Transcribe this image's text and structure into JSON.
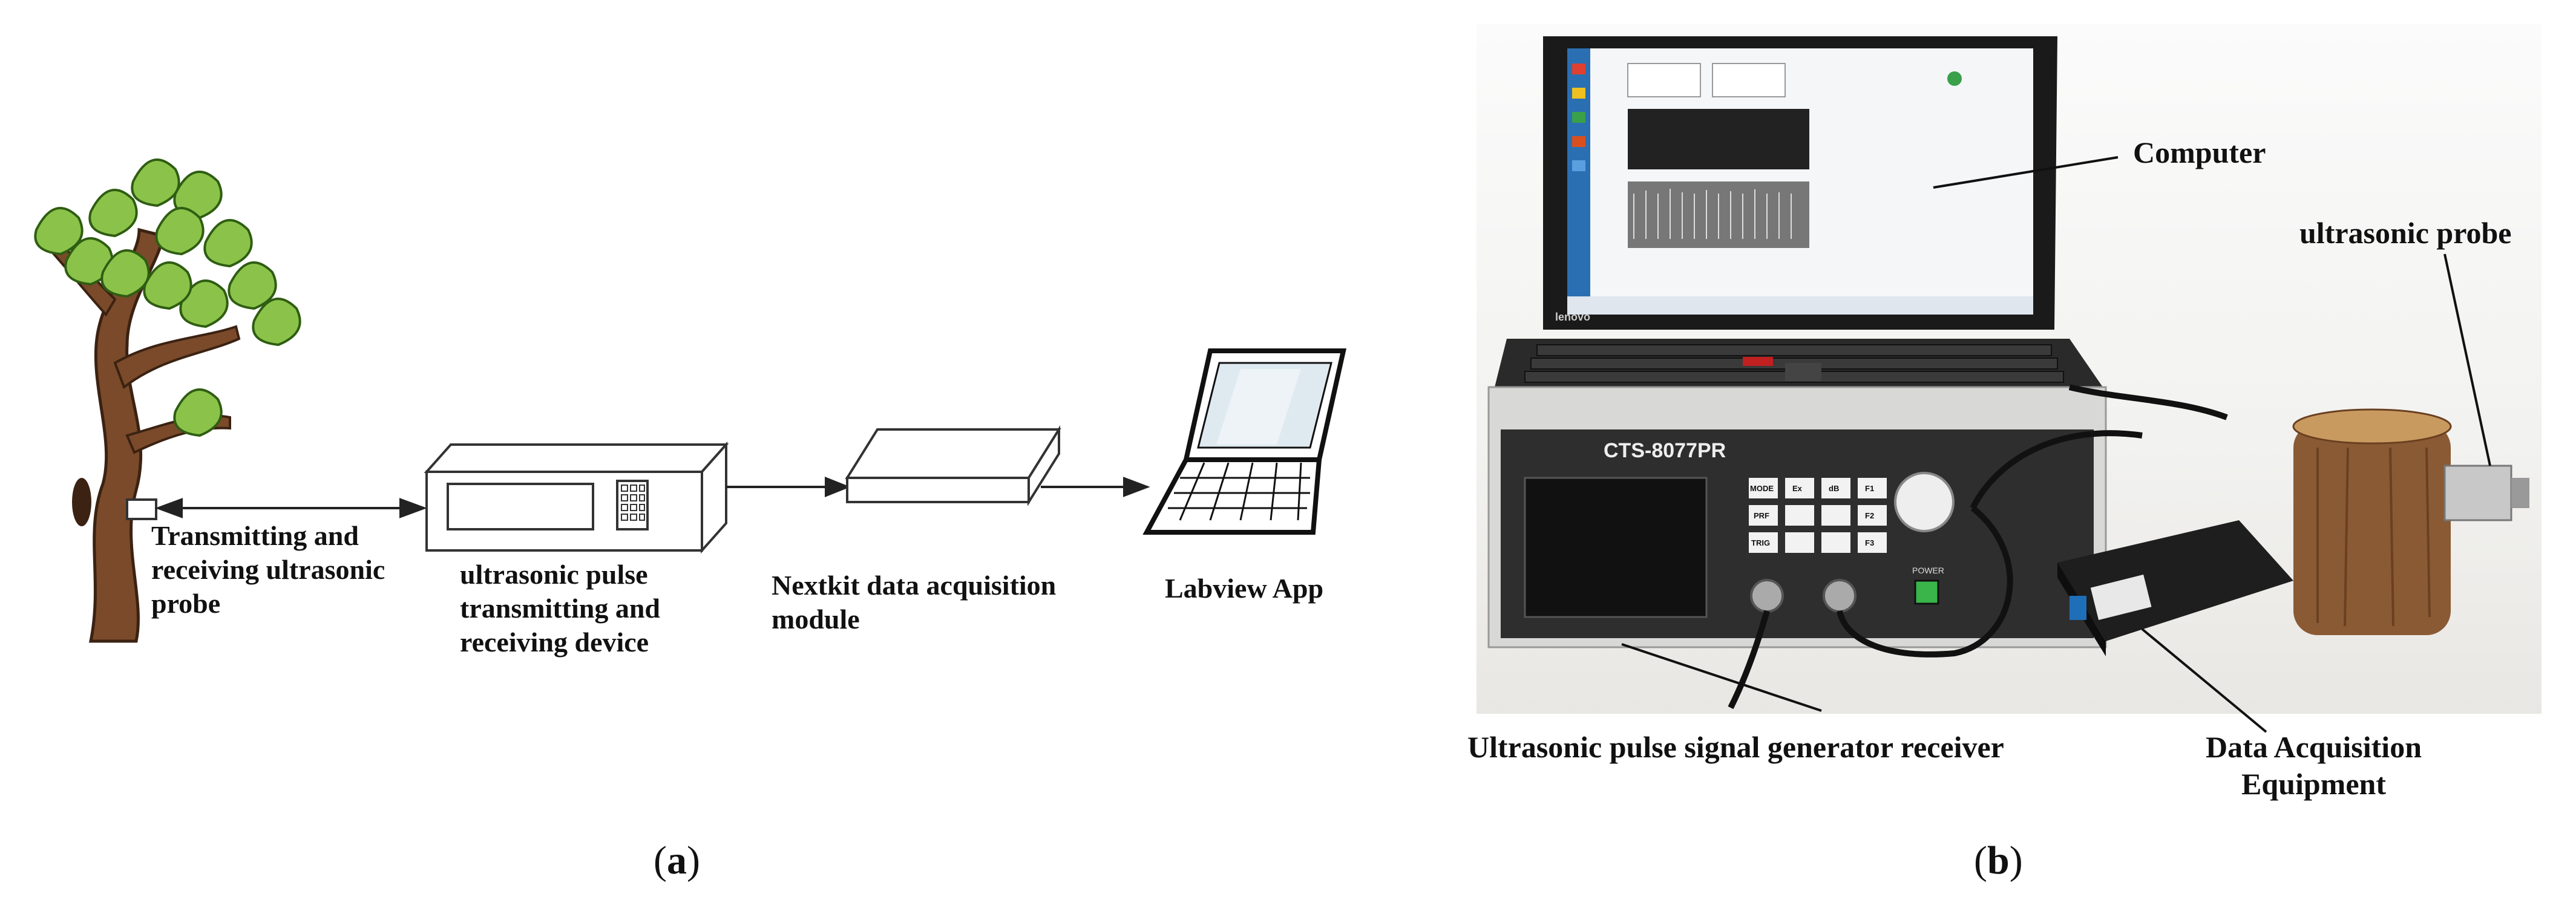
{
  "panel_a": {
    "probe_label": [
      "Transmitting and",
      "receiving ultrasonic",
      "probe"
    ],
    "pulse_device_label": [
      "ultrasonic pulse",
      "transmitting and",
      "receiving device"
    ],
    "daq_module_label": [
      "Nextkit data acquisition",
      "module"
    ],
    "app_label": "Labview App",
    "caption": {
      "open": "(",
      "letter": "a",
      "close": ")"
    }
  },
  "panel_b": {
    "computer_label": "Computer",
    "probe_label": "ultrasonic probe",
    "generator_label": "Ultrasonic pulse signal generator receiver",
    "daq_equipment_label": [
      "Data Acquisition",
      "Equipment"
    ],
    "device_model": "CTS-8077PR",
    "laptop_brand": "lenovo",
    "device_buttons": [
      "MODE",
      "Ex",
      "dB",
      "F1",
      "PRF",
      "",
      "",
      "F2",
      "TRIG",
      "",
      "",
      "F3"
    ],
    "power_label": "POWER",
    "caption": {
      "open": "(",
      "letter": "b",
      "close": ")"
    }
  }
}
